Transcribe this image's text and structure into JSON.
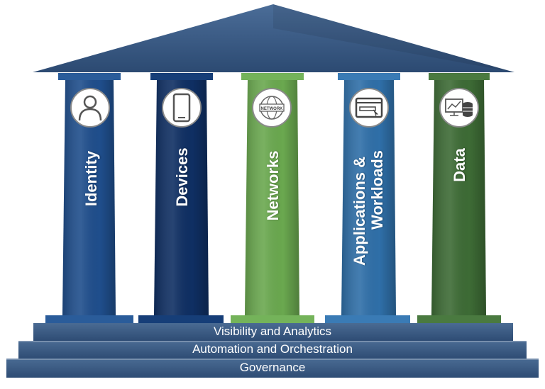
{
  "pillars": [
    {
      "label": "Identity",
      "icon": "person-icon",
      "color": "#1f4e8c"
    },
    {
      "label": "Devices",
      "icon": "smartphone-icon",
      "color": "#0f2f63"
    },
    {
      "label": "Networks",
      "icon": "network-globe-icon",
      "color": "#6aa84f"
    },
    {
      "label": "Applications &",
      "label2": "Workloads",
      "icon": "app-window-icon",
      "color": "#2f6fa8"
    },
    {
      "label": "Data",
      "icon": "database-chart-icon",
      "color": "#3d6b35"
    }
  ],
  "network_icon_text": "NETWORK",
  "steps": [
    {
      "label": "Visibility and Analytics"
    },
    {
      "label": "Automation and Orchestration"
    },
    {
      "label": "Governance"
    }
  ],
  "colors": {
    "roof": "#34557e",
    "steps": "#3a5a84",
    "label_text": "#ffffff"
  }
}
